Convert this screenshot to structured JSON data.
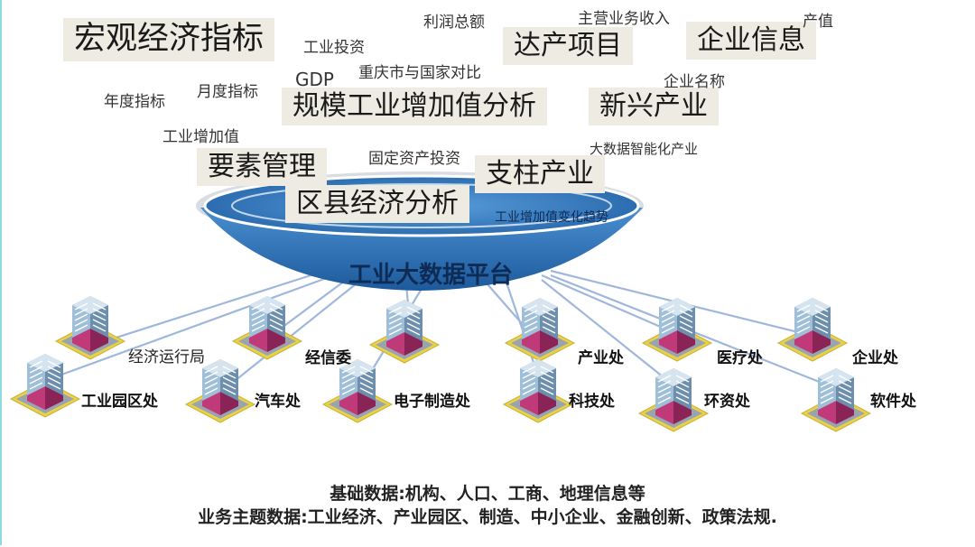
{
  "platform": {
    "title": "工业大数据平台",
    "trend_label": "工业增加值变化趋势"
  },
  "tags": {
    "macro": "宏观经济指标",
    "project": "达产项目",
    "enterprise_info": "企业信息",
    "industry_value": "规模工业增加值分析",
    "emerging": "新兴产业",
    "factor": "要素管理",
    "pillar": "支柱产业",
    "district": "区县经济分析"
  },
  "keywords": {
    "profit": "利润总额",
    "revenue": "主营业务收入",
    "output": "产值",
    "industrial_investment": "工业投资",
    "gdp": "GDP",
    "chongqing_compare": "重庆市与国家对比",
    "company_name": "企业名称",
    "annual": "年度指标",
    "monthly": "月度指标",
    "added_value": "工业增加值",
    "fixed_investment": "固定资产投资",
    "big_data": "大数据智能化产业"
  },
  "departments": {
    "economic_bureau": "经济运行局",
    "industry_park": "工业园区处",
    "commission": "经信委",
    "auto": "汽车处",
    "electronics": "电子制造处",
    "industry": "产业处",
    "tech": "科技处",
    "medical": "医疗处",
    "environment": "环资处",
    "enterprise": "企业处",
    "software": "软件处"
  },
  "bottom": {
    "line1": "基础数据:机构、人口、工商、地理信息等",
    "line2": "业务主题数据:工业经济、产业园区、制造、中小企业、金融创新、政策法规."
  },
  "colors": {
    "bowl": "#2f6fb1",
    "link": "#9fb7dc",
    "tag_bg": "#eeebe2"
  }
}
